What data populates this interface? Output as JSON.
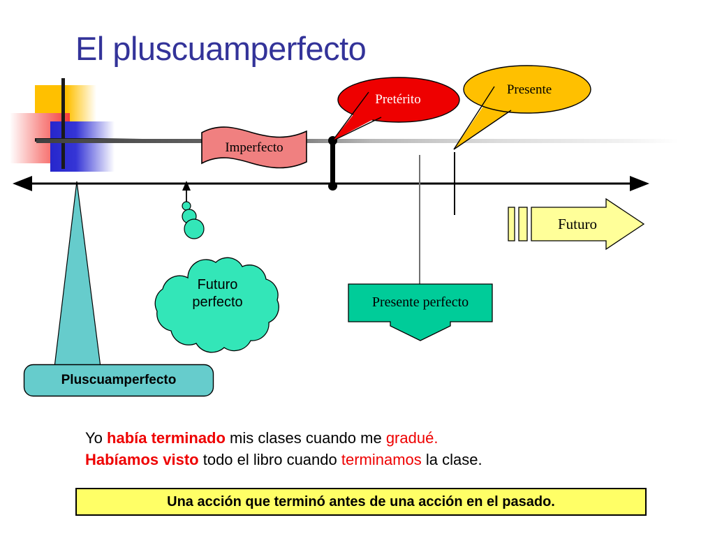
{
  "slide": {
    "title": "El pluscuamperfecto"
  },
  "colors": {
    "title": "#333399",
    "imperfecto_fill": "#F08080",
    "preterito_fill": "#EE0000",
    "presente_fill": "#FFC000",
    "futuro_fill": "#FFFF99",
    "pluscuamperfecto_fill": "#66CCCC",
    "futuro_perfecto_fill": "#33E6B8",
    "presente_perfecto_fill": "#00CC99",
    "definition_fill": "#FFFF66",
    "accent_red": "#EE0000"
  },
  "timeline": {
    "name": "verb-tense-timeline",
    "gray_line_label": "",
    "markers": [
      {
        "id": "preterito-point",
        "label": ""
      },
      {
        "id": "presente-point",
        "label": ""
      }
    ]
  },
  "shapes": {
    "imperfecto": {
      "label": "Imperfecto",
      "shape": "wavy-ribbon",
      "fill": "#F08080"
    },
    "preterito": {
      "label": "Pretérito",
      "shape": "oval-callout",
      "fill": "#EE0000"
    },
    "presente": {
      "label": "Presente",
      "shape": "oval-callout",
      "fill": "#FFC000"
    },
    "futuro": {
      "label": "Futuro",
      "shape": "striped-right-arrow",
      "fill": "#FFFF99"
    },
    "pluscuamperfecto": {
      "label": "Pluscuamperfecto",
      "shape": "rounded-rectangle",
      "fill": "#66CCCC"
    },
    "futuro_perfecto": {
      "label_line1": "Futuro",
      "label_line2": "perfecto",
      "shape": "thought-cloud",
      "fill": "#33E6B8"
    },
    "presente_perfecto": {
      "label": "Presente perfecto",
      "shape": "down-arrow-callout",
      "fill": "#00CC99"
    }
  },
  "examples": {
    "line1": {
      "part1": "Yo ",
      "bold_red1": "había terminado",
      "part2": " mis clases cuando me ",
      "red1": "gradué."
    },
    "line2": {
      "bold_red1": "Habíamos visto",
      "part1": " todo el libro cuando ",
      "red1": "terminamos",
      "part2": " la clase."
    }
  },
  "definition": {
    "text": "Una acción que terminó antes de una acción en el pasado."
  }
}
